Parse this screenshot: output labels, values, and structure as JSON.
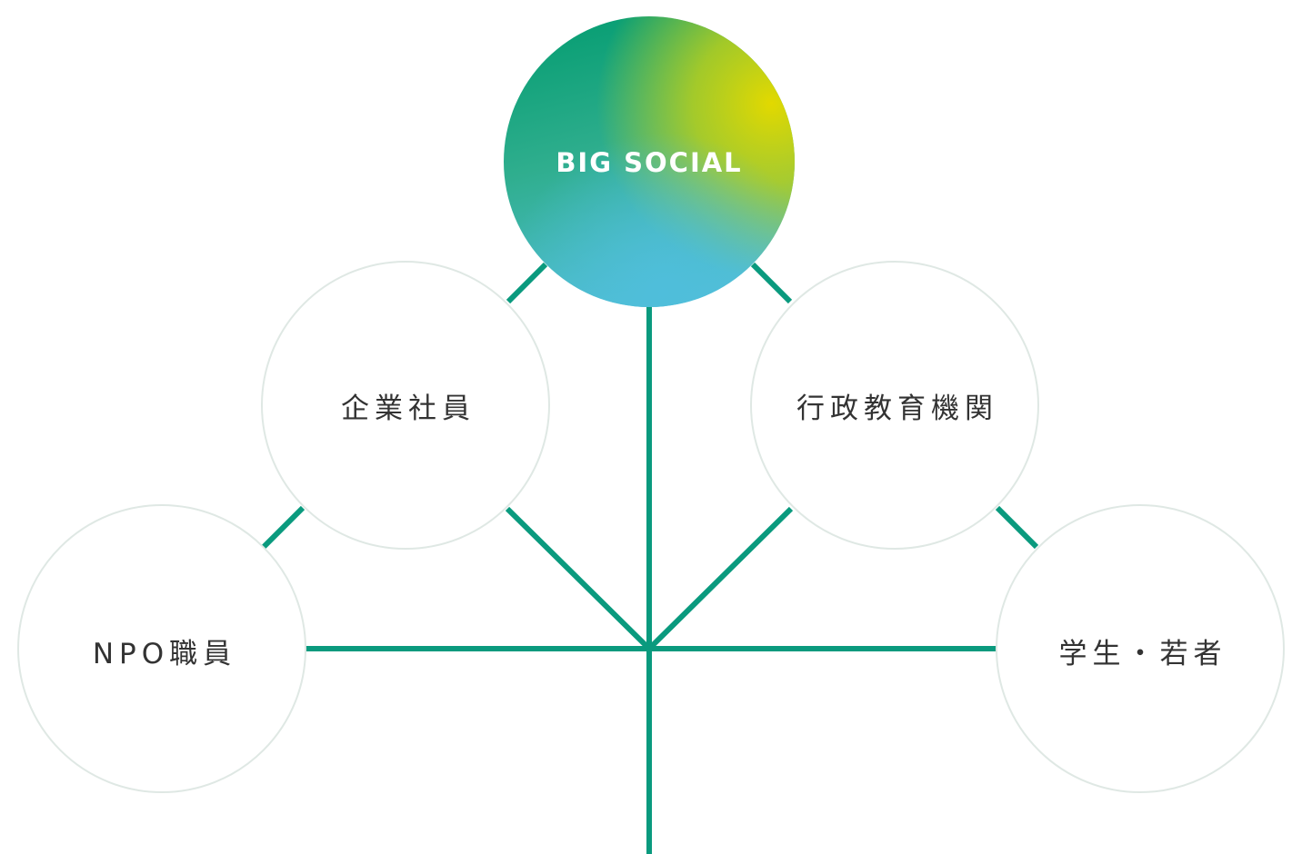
{
  "diagram": {
    "hub": {
      "label": "BIG SOCIAL"
    },
    "nodes": [
      {
        "id": "corporate",
        "label": "企業社員"
      },
      {
        "id": "government",
        "label": "行政教育機関"
      },
      {
        "id": "npo",
        "label": "NPO職員"
      },
      {
        "id": "students",
        "label": "学生・若者"
      }
    ]
  },
  "colors": {
    "line": "#0a9a7e",
    "circle_border": "#dfe8e4",
    "circle_fill": "#ffffff",
    "text": "#333333",
    "hub_gradient": [
      "#0aa07a",
      "#d8d20a",
      "#52bcd4"
    ]
  }
}
